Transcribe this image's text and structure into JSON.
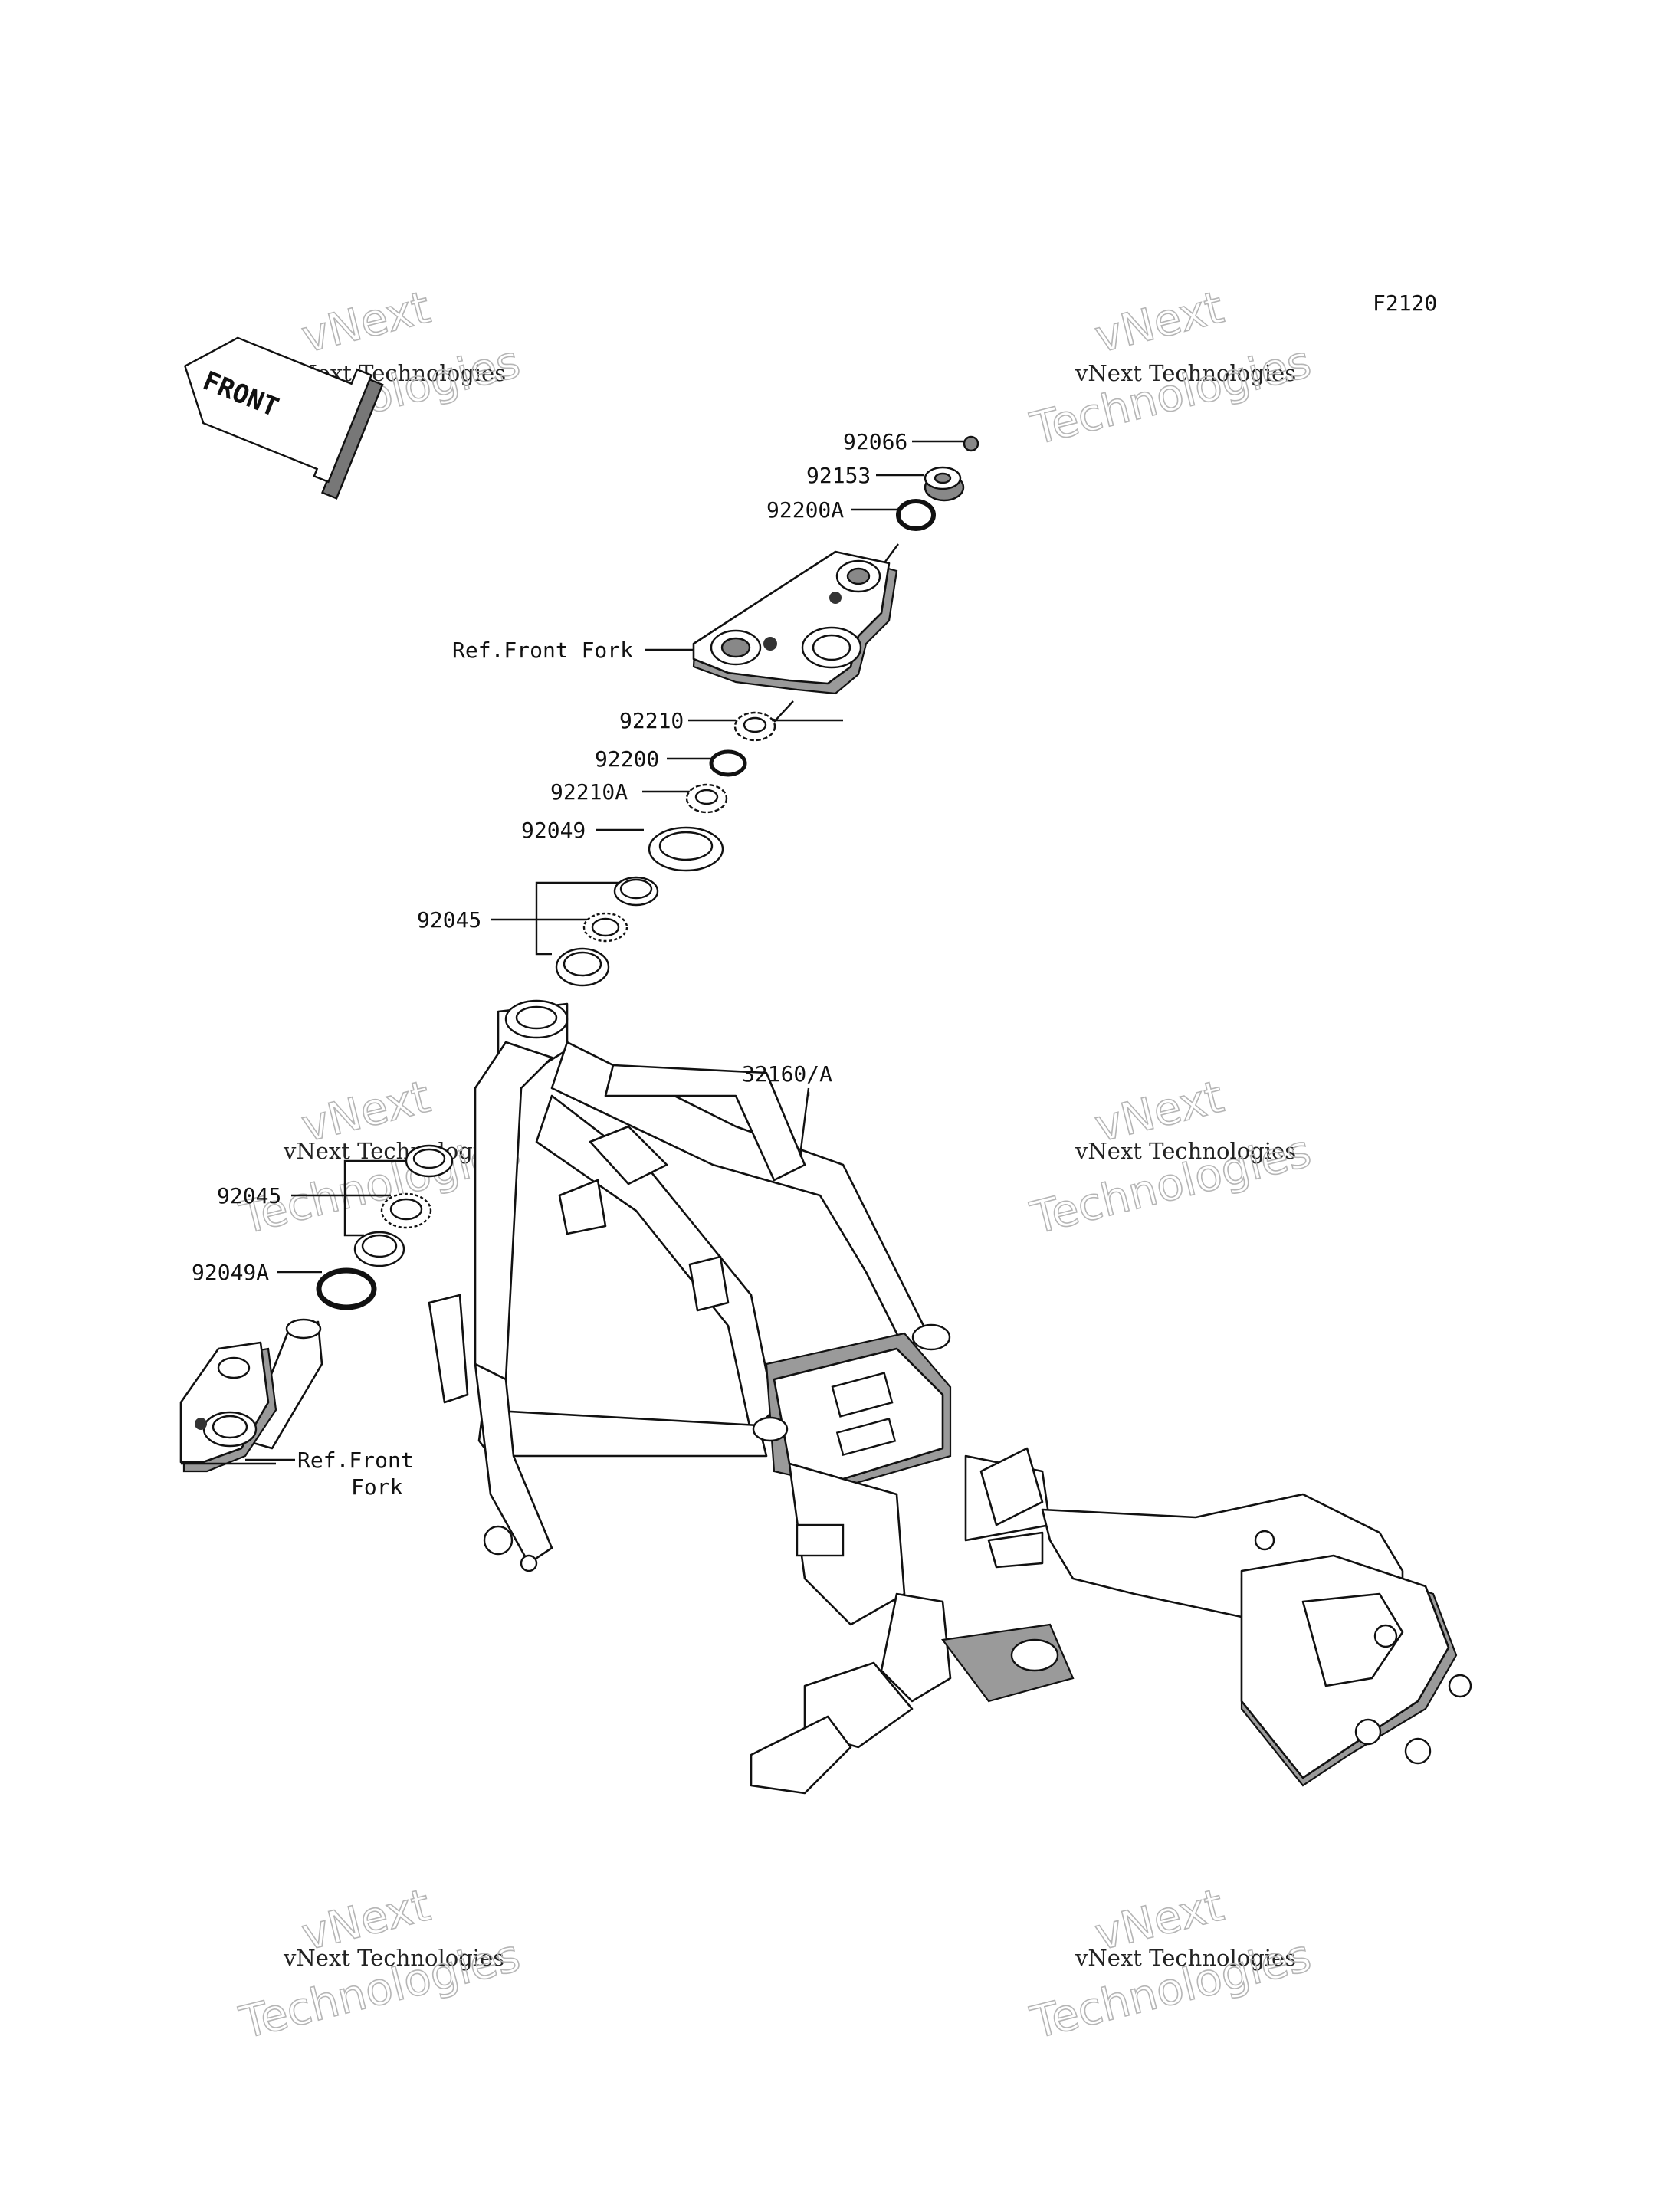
{
  "diagram": {
    "code": "F2120",
    "front_arrow": "FRONT",
    "watermark": {
      "line_small": "vNext Technologies",
      "line_big_1": "vNext",
      "line_big_2": "Technologies"
    },
    "part_labels": {
      "p92066": "92066",
      "p92153": "92153",
      "p92200A": "92200A",
      "ref_front_fork_top": "Ref.Front Fork",
      "p92210": "92210",
      "p92200": "92200",
      "p92210A": "92210A",
      "p92049": "92049",
      "p92045_upper": "92045",
      "p32160A": "32160/A",
      "p92045_lower": "92045",
      "p92049A": "92049A",
      "ref_front_fork_lower_1": "Ref.Front",
      "ref_front_fork_lower_2": "Fork"
    }
  }
}
